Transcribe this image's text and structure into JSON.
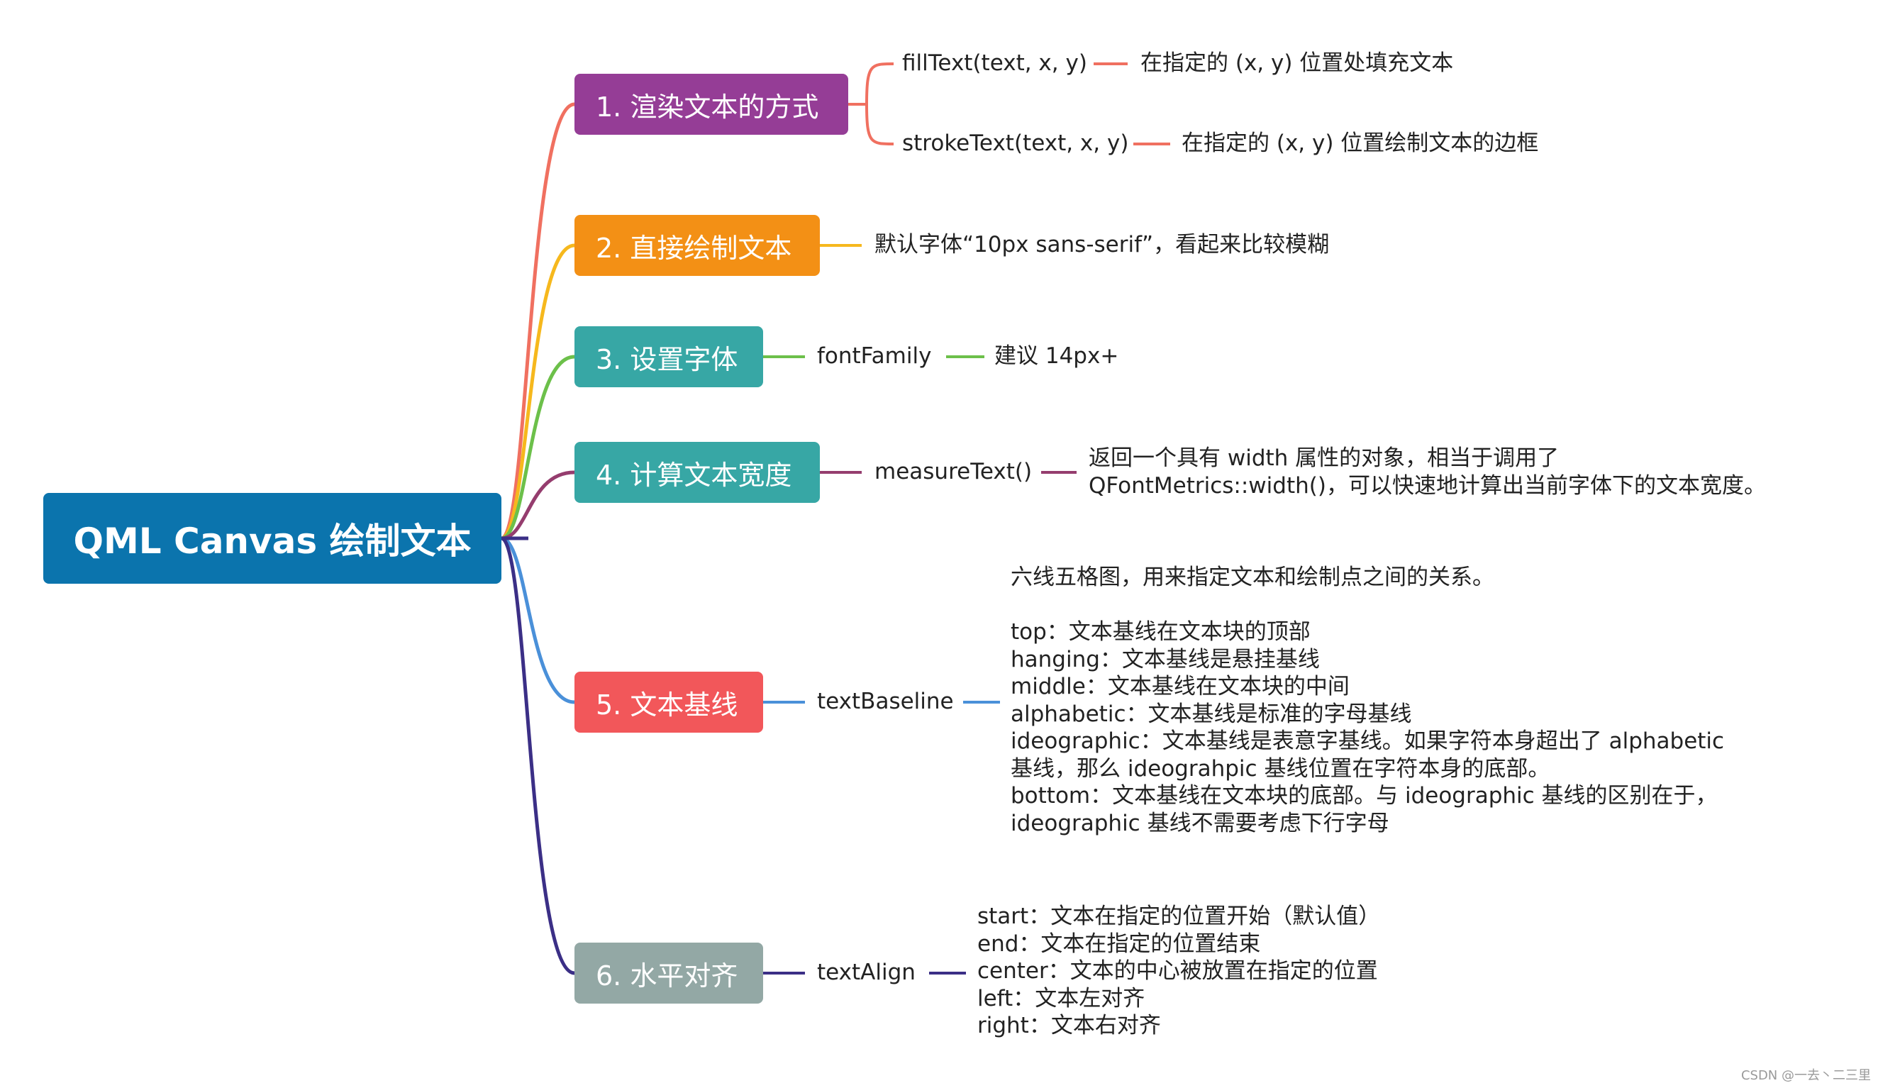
{
  "root": {
    "label": "QML Canvas 绘制文本",
    "color": "#0b74ad"
  },
  "branches": [
    {
      "label": "1. 渲染文本的方式",
      "color": "#953d96",
      "children": [
        {
          "method": "fillText(text, x, y)",
          "line_color": "#f07060",
          "desc": "在指定的 (x, y) 位置处填充文本"
        },
        {
          "method": "strokeText(text, x, y)",
          "line_color": "#f07060",
          "desc": "在指定的 (x, y) 位置绘制文本的边框"
        }
      ]
    },
    {
      "label": "2. 直接绘制文本",
      "color": "#f39015",
      "line_color": "#f6b81d",
      "desc": "默认字体“10px sans-serif”，看起来比较模糊"
    },
    {
      "label": "3. 设置字体",
      "color": "#37a7a5",
      "line_color": "#6cc04a",
      "method": "fontFamily",
      "desc": "建议 14px+"
    },
    {
      "label": "4. 计算文本宽度",
      "color": "#37a7a5",
      "line_color": "#953d6e",
      "method": "measureText()",
      "desc_lines": [
        "返回一个具有 width 属性的对象，相当于调用了",
        "QFontMetrics::width()，可以快速地计算出当前字体下的文本宽度。"
      ]
    },
    {
      "label": "5. 文本基线",
      "color": "#f2575a",
      "line_color": "#4a90d9",
      "method": "textBaseline",
      "desc_lines": [
        "六线五格图，用来指定文本和绘制点之间的关系。",
        "",
        "top：文本基线在文本块的顶部",
        "hanging：文本基线是悬挂基线",
        "middle：文本基线在文本块的中间",
        "alphabetic：文本基线是标准的字母基线",
        "ideographic：文本基线是表意字基线。如果字符本身超出了 alphabetic",
        "基线，那么 ideograhpic 基线位置在字符本身的底部。",
        "bottom：文本基线在文本块的底部。与 ideographic 基线的区别在于，",
        "ideographic 基线不需要考虑下行字母"
      ]
    },
    {
      "label": "6. 水平对齐",
      "color": "#93a8a5",
      "line_color": "#3b2f86",
      "method": "textAlign",
      "desc_lines": [
        "start：文本在指定的位置开始（默认值）",
        "end：文本在指定的位置结束",
        "center：文本的中心被放置在指定的位置",
        "left：文本左对齐",
        "right：文本右对齐"
      ]
    }
  ],
  "watermark": "CSDN @一去丶二三里"
}
